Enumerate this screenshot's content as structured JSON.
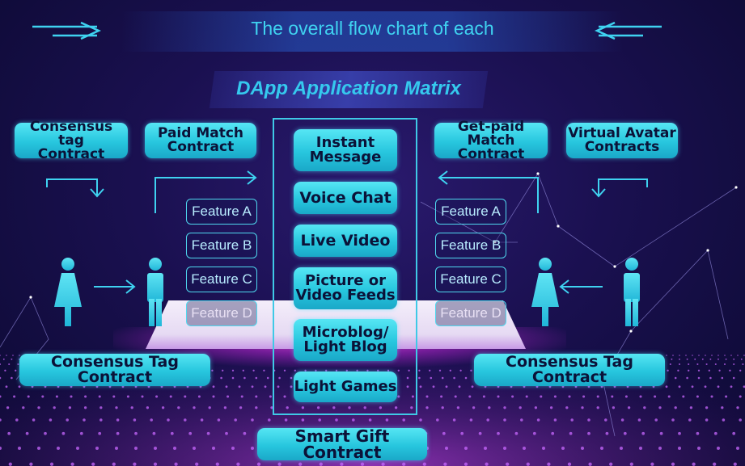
{
  "header": {
    "title": "The overall flow chart of each"
  },
  "matrix": {
    "title": "DApp Application Matrix"
  },
  "left_contracts": {
    "consensus_tag_top": "Consensus tag\nContract",
    "paid_match": "Paid Match\nContract",
    "consensus_tag_bottom": "Consensus Tag Contract"
  },
  "right_contracts": {
    "get_paid_match": "Get-paid Match\nContract",
    "virtual_avatar": "Virtual Avatar\nContracts",
    "consensus_tag_bottom": "Consensus Tag Contract"
  },
  "left_features": [
    "Feature A",
    "Feature B",
    "Feature C",
    "Feature D"
  ],
  "right_features": [
    "Feature A",
    "Feature B",
    "Feature C",
    "Feature D"
  ],
  "center_items": [
    "Instant\nMessage",
    "Voice Chat",
    "Live Video",
    "Picture or\nVideo Feeds",
    "Microblog/\nLight Blog",
    "Light Games"
  ],
  "footer": {
    "smart_gift": "Smart Gift Contract"
  },
  "colors": {
    "background": "#1a1050",
    "pill": "#27c6de",
    "accent": "#3fd2f0",
    "glow": "#ff5cf0"
  },
  "icons": [
    "female-person-icon",
    "male-person-icon",
    "arrow-icon"
  ]
}
